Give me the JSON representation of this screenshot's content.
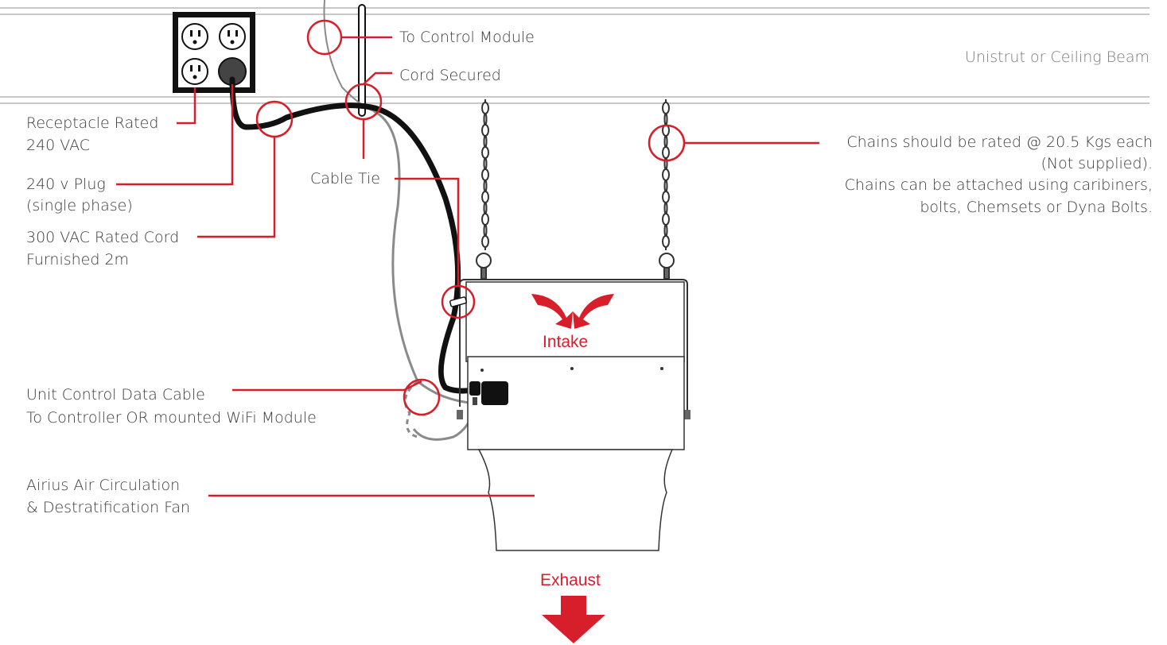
{
  "labels": {
    "to_control_module": "To Control Module",
    "cord_secured": "Cord Secured",
    "ceiling": "Unistrut or Ceiling Beam",
    "receptacle_1": "Receptacle Rated",
    "receptacle_2": "240 VAC",
    "plug_1": "240 v Plug",
    "plug_2": "(single phase)",
    "cord_1": "300 VAC Rated Cord",
    "cord_2": "Furnished 2m",
    "cable_tie": "Cable Tie",
    "chains_1": "Chains should be rated @ 20.5 Kgs each",
    "chains_2": "(Not supplied).",
    "chains_3": "Chains can be attached using caribiners,",
    "chains_4": "bolts, Chemsets or Dyna Bolts.",
    "data_cable_1": "Unit Control Data Cable",
    "data_cable_2": "To Controller OR mounted WiFi Module",
    "fan_1": "Airius Air Circulation",
    "fan_2": "& Destratification Fan",
    "intake": "Intake",
    "exhaust": "Exhaust"
  },
  "colors": {
    "accent_red": "#d61f2b",
    "text_gray": "#3a3a3a",
    "beam_line": "#c8c8c8",
    "cable_black": "#111111",
    "cable_gray": "#8a8a8a"
  }
}
